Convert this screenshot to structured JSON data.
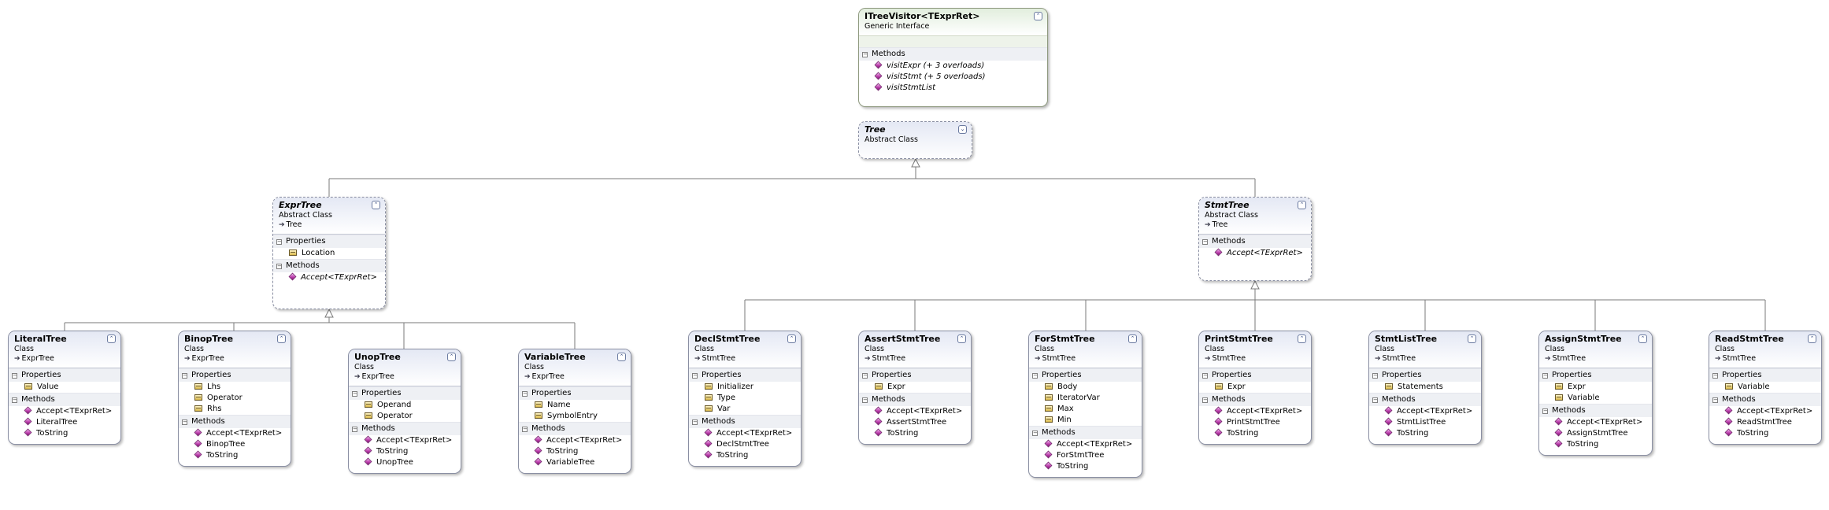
{
  "boxes": {
    "itreevisitor": {
      "name": "ITreeVisitor<TExprRet>",
      "kind": "Generic Interface",
      "sections": [
        {
          "title": "Methods",
          "items": [
            "visitExpr (+ 3 overloads)",
            "visitStmt (+ 5 overloads)",
            "visitStmtList"
          ]
        }
      ]
    },
    "tree": {
      "name": "Tree",
      "kind": "Abstract Class"
    },
    "exprtree": {
      "name": "ExprTree",
      "kind": "Abstract Class",
      "base": "Tree",
      "sections": [
        {
          "title": "Properties",
          "items": [
            "Location"
          ]
        },
        {
          "title": "Methods",
          "items": [
            "Accept<TExprRet>"
          ]
        }
      ]
    },
    "stmttree": {
      "name": "StmtTree",
      "kind": "Abstract Class",
      "base": "Tree",
      "sections": [
        {
          "title": "Methods",
          "items": [
            "Accept<TExprRet>"
          ]
        }
      ]
    },
    "literaltree": {
      "name": "LiteralTree",
      "kind": "Class",
      "base": "ExprTree",
      "sections": [
        {
          "title": "Properties",
          "items": [
            "Value"
          ]
        },
        {
          "title": "Methods",
          "items": [
            "Accept<TExprRet>",
            "LiteralTree",
            "ToString"
          ]
        }
      ]
    },
    "binoptree": {
      "name": "BinopTree",
      "kind": "Class",
      "base": "ExprTree",
      "sections": [
        {
          "title": "Properties",
          "items": [
            "Lhs",
            "Operator",
            "Rhs"
          ]
        },
        {
          "title": "Methods",
          "items": [
            "Accept<TExprRet>",
            "BinopTree",
            "ToString"
          ]
        }
      ]
    },
    "unoptree": {
      "name": "UnopTree",
      "kind": "Class",
      "base": "ExprTree",
      "sections": [
        {
          "title": "Properties",
          "items": [
            "Operand",
            "Operator"
          ]
        },
        {
          "title": "Methods",
          "items": [
            "Accept<TExprRet>",
            "ToString",
            "UnopTree"
          ]
        }
      ]
    },
    "variabletree": {
      "name": "VariableTree",
      "kind": "Class",
      "base": "ExprTree",
      "sections": [
        {
          "title": "Properties",
          "items": [
            "Name",
            "SymbolEntry"
          ]
        },
        {
          "title": "Methods",
          "items": [
            "Accept<TExprRet>",
            "ToString",
            "VariableTree"
          ]
        }
      ]
    },
    "declstmttree": {
      "name": "DeclStmtTree",
      "kind": "Class",
      "base": "StmtTree",
      "sections": [
        {
          "title": "Properties",
          "items": [
            "Initializer",
            "Type",
            "Var"
          ]
        },
        {
          "title": "Methods",
          "items": [
            "Accept<TExprRet>",
            "DeclStmtTree",
            "ToString"
          ]
        }
      ]
    },
    "assertstmttree": {
      "name": "AssertStmtTree",
      "kind": "Class",
      "base": "StmtTree",
      "sections": [
        {
          "title": "Properties",
          "items": [
            "Expr"
          ]
        },
        {
          "title": "Methods",
          "items": [
            "Accept<TExprRet>",
            "AssertStmtTree",
            "ToString"
          ]
        }
      ]
    },
    "forstmttree": {
      "name": "ForStmtTree",
      "kind": "Class",
      "base": "StmtTree",
      "sections": [
        {
          "title": "Properties",
          "items": [
            "Body",
            "IteratorVar",
            "Max",
            "Min"
          ]
        },
        {
          "title": "Methods",
          "items": [
            "Accept<TExprRet>",
            "ForStmtTree",
            "ToString"
          ]
        }
      ]
    },
    "printstmttree": {
      "name": "PrintStmtTree",
      "kind": "Class",
      "base": "StmtTree",
      "sections": [
        {
          "title": "Properties",
          "items": [
            "Expr"
          ]
        },
        {
          "title": "Methods",
          "items": [
            "Accept<TExprRet>",
            "PrintStmtTree",
            "ToString"
          ]
        }
      ]
    },
    "stmtlisttree": {
      "name": "StmtListTree",
      "kind": "Class",
      "base": "StmtTree",
      "sections": [
        {
          "title": "Properties",
          "items": [
            "Statements"
          ]
        },
        {
          "title": "Methods",
          "items": [
            "Accept<TExprRet>",
            "StmtListTree",
            "ToString"
          ]
        }
      ]
    },
    "assignstmttree": {
      "name": "AssignStmtTree",
      "kind": "Class",
      "base": "StmtTree",
      "sections": [
        {
          "title": "Properties",
          "items": [
            "Expr",
            "Variable"
          ]
        },
        {
          "title": "Methods",
          "items": [
            "Accept<TExprRet>",
            "AssignStmtTree",
            "ToString"
          ]
        }
      ]
    },
    "readstmttree": {
      "name": "ReadStmtTree",
      "kind": "Class",
      "base": "StmtTree",
      "sections": [
        {
          "title": "Properties",
          "items": [
            "Variable"
          ]
        },
        {
          "title": "Methods",
          "items": [
            "Accept<TExprRet>",
            "ReadStmtTree",
            "ToString"
          ]
        }
      ]
    }
  },
  "icons": {
    "toggle_collapse": "collapse-icon",
    "toggle_expand": "expand-icon",
    "property": "property-icon",
    "method": "method-icon",
    "inheritance": "inheritance-arrow-icon"
  },
  "colors": {
    "header_class": "#e4e8f4",
    "header_interface": "#e2eedd",
    "border": "#8a8fa3",
    "connector": "#7a7a7a"
  }
}
